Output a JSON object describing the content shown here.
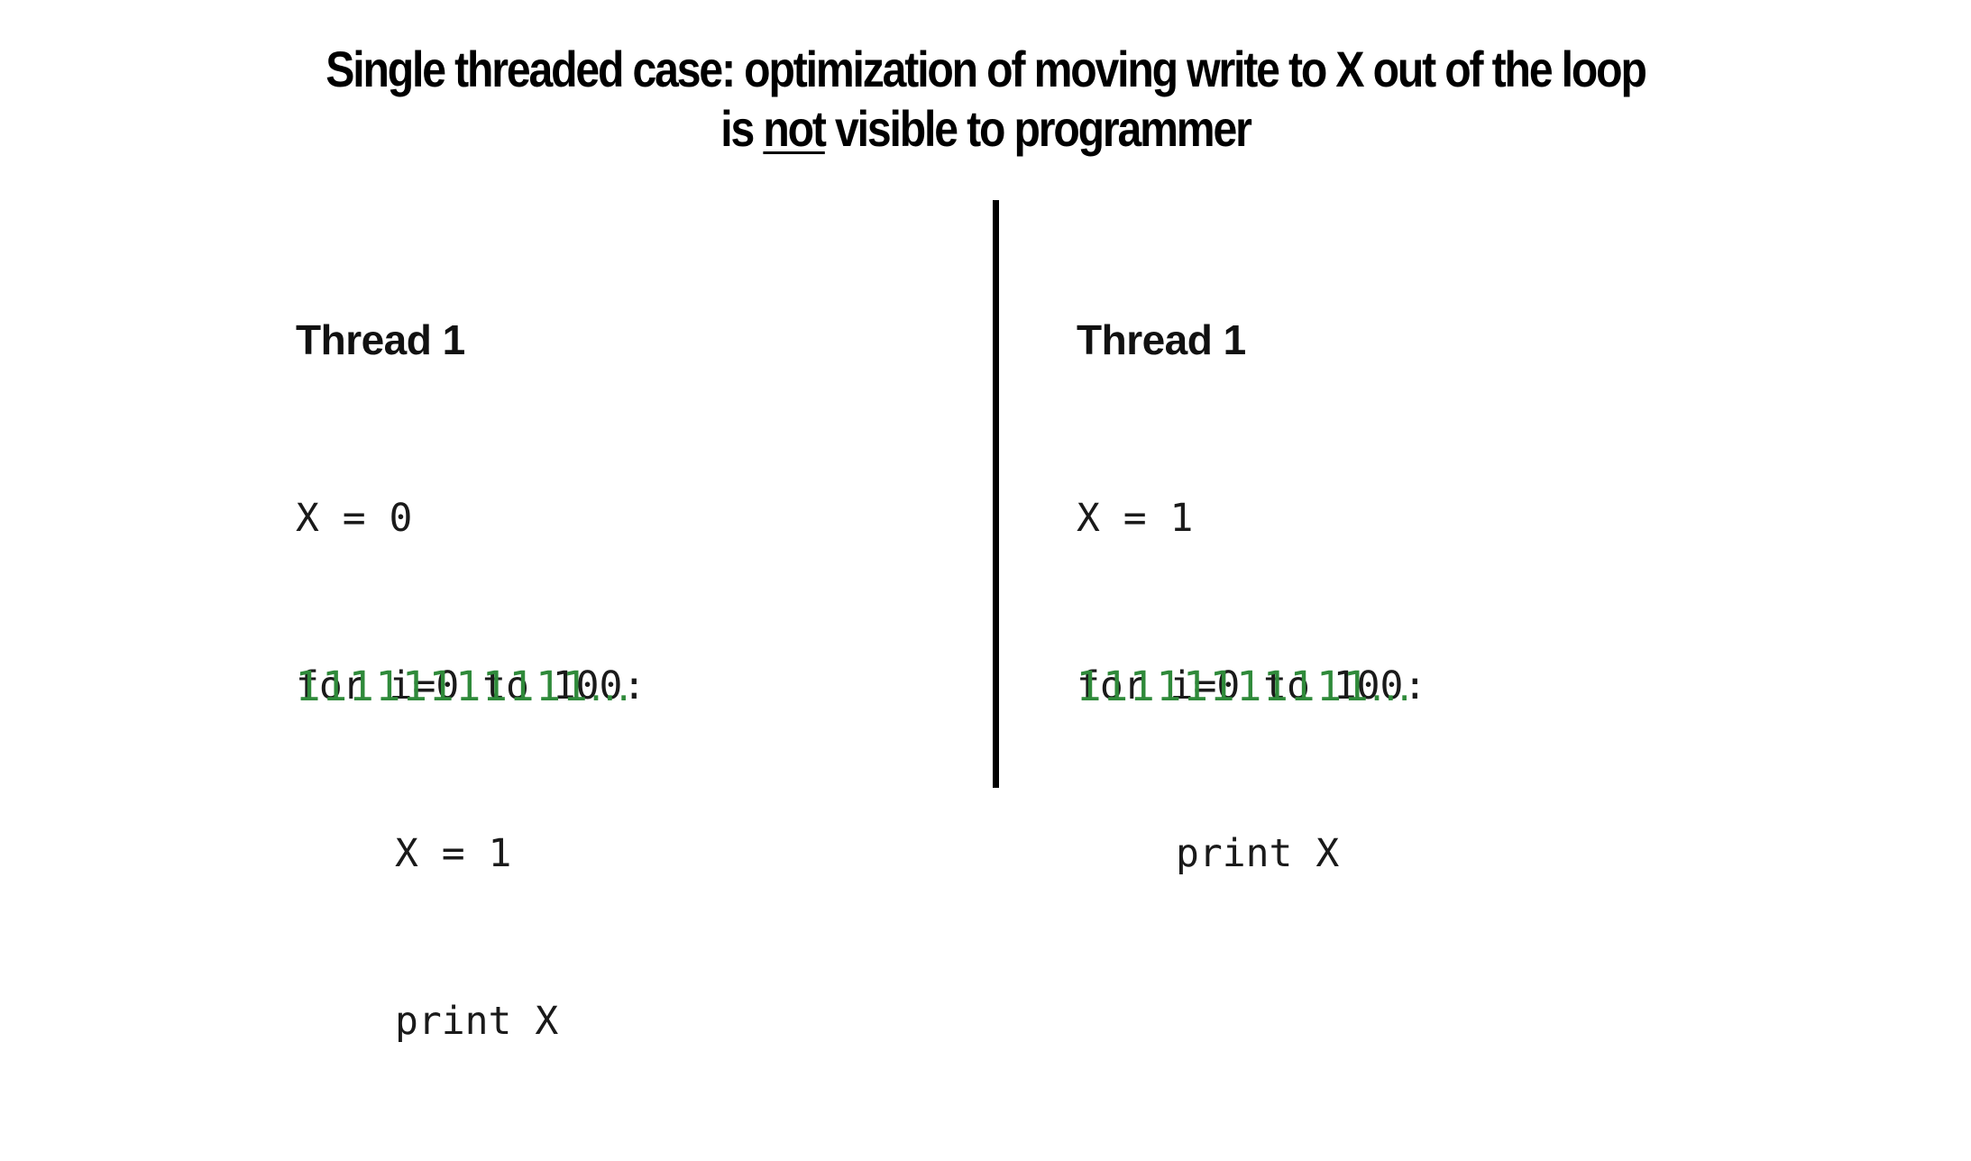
{
  "title": {
    "line1": "Single threaded case: optimization of moving write to X out of the loop",
    "line2_prefix": "is ",
    "line2_underlined": "not",
    "line2_suffix": " visible to programmer"
  },
  "left_panel": {
    "heading": "Thread 1",
    "code": [
      "X = 0",
      "for i=0 to 100:",
      "X = 1",
      "print X"
    ],
    "output": "11111111111..."
  },
  "right_panel": {
    "heading": "Thread 1",
    "code": [
      "X = 1",
      "for i=0 to 100:",
      "print X"
    ],
    "output": "11111111111..."
  },
  "colors": {
    "output_green": "#2f8a3a",
    "divider": "#000000"
  }
}
